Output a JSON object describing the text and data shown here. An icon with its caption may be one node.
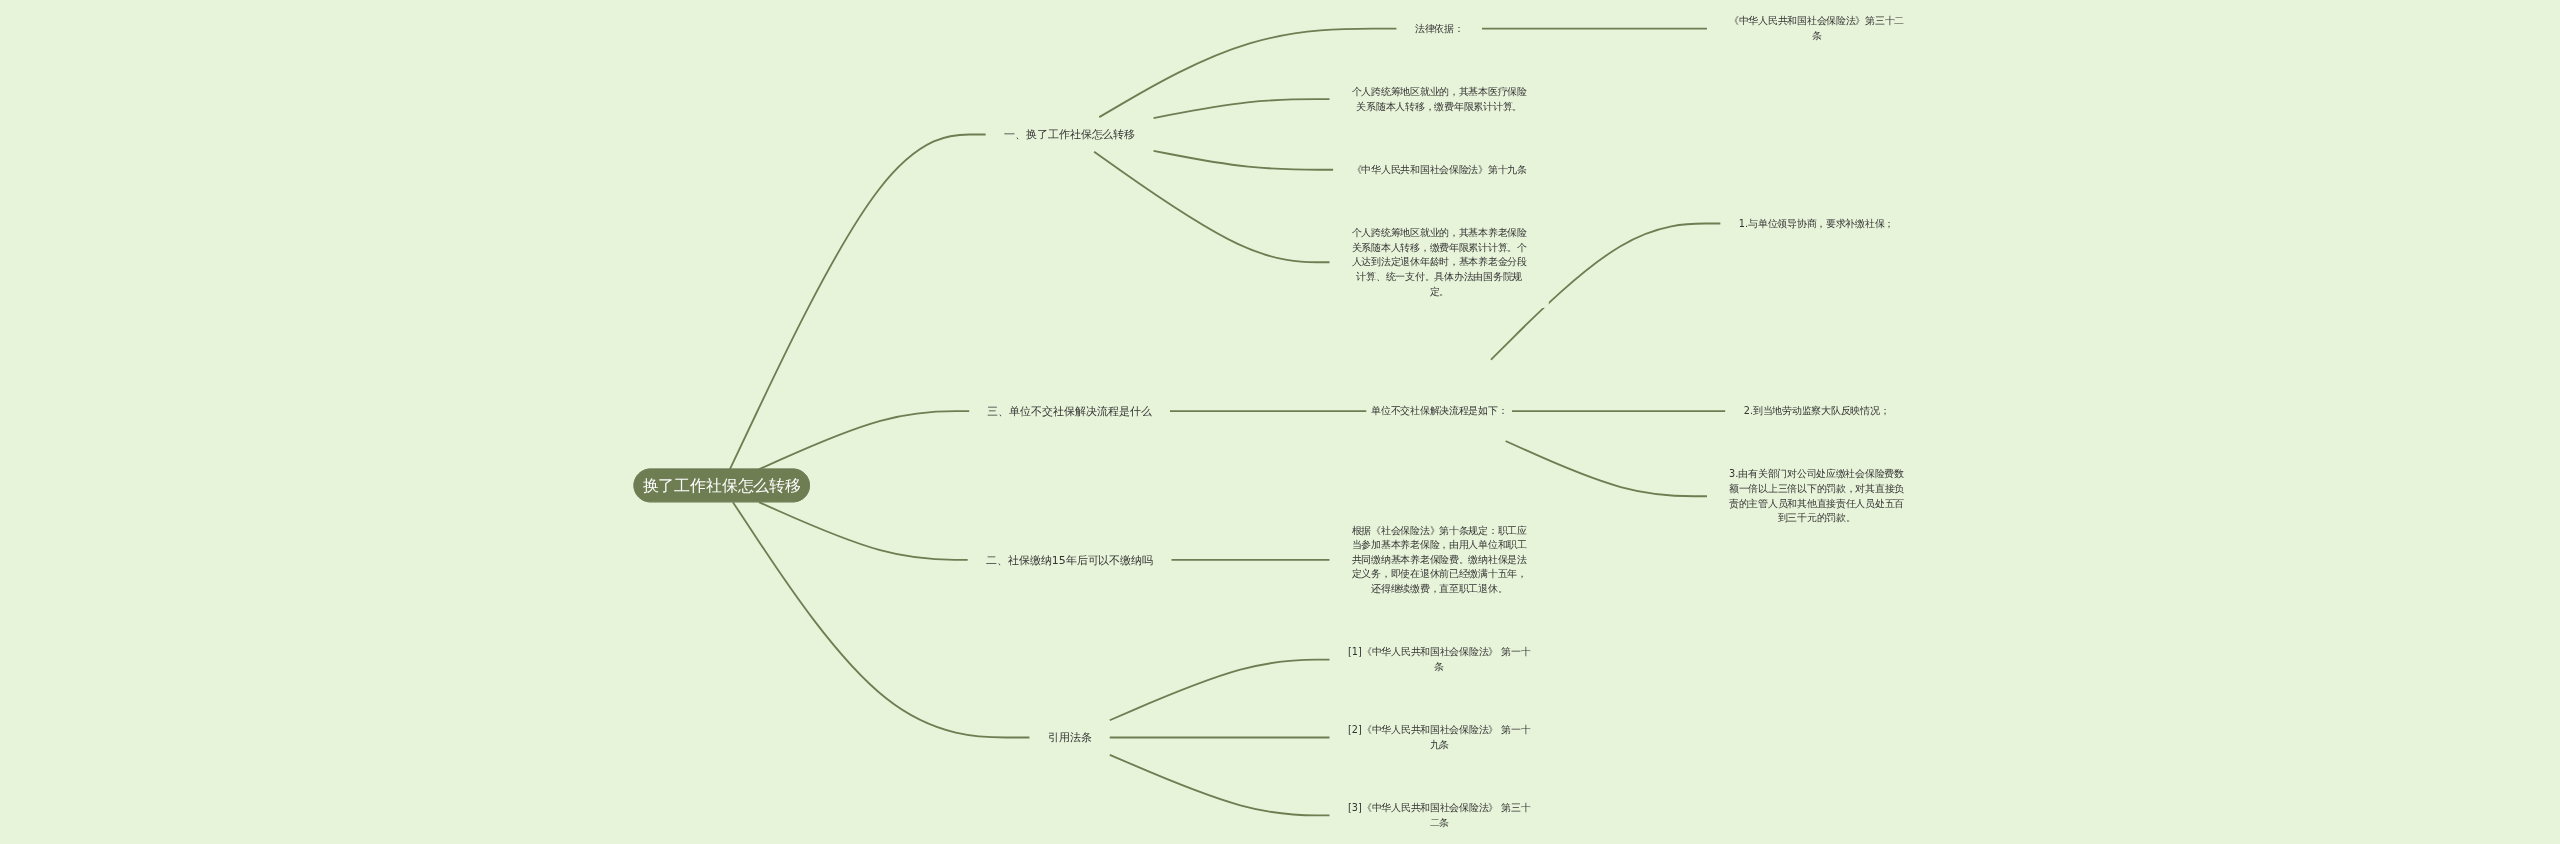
{
  "diagram": {
    "nodes": [
      {
        "text": [
          "换了工作社保怎么转移"
        ]
      },
      {
        "text": [
          "一、换了工作社保怎么转移"
        ]
      },
      {
        "text": [
          "法律依据："
        ]
      },
      {
        "text": [
          "《中华人民共和国社会保险法》第三十二条"
        ]
      },
      {
        "text": [
          "个人跨统筹地区就业的，其基本医疗保险关系随本人转移，缴费年限累计计算。"
        ]
      },
      {
        "text": [
          "《中华人民共和国社会保险法》第十九条"
        ]
      },
      {
        "text": [
          "个人跨统筹地区就业的，其基本养老保险关系随本人转移，缴费年限累计计算。个人达到法定退休年龄时，基本养老金分段计算、统一支付。具体办法由国务院规定。"
        ]
      },
      {
        "text": [
          "三、单位不交社保解决流程是什么"
        ]
      },
      {
        "text": [
          "单位不交社保解决流程是如下："
        ]
      },
      {
        "text": [
          "1.与单位领导协商，要求补缴社保；"
        ]
      },
      {
        "text": [
          "2.到当地劳动监察大队反映情况；"
        ]
      },
      {
        "text": [
          "3.由有关部门对公司处应缴社会保险费数额一倍以上三倍以下的罚款，对其直接负责的主管人员和其他直接责任人员处五百到三千元的罚款。"
        ]
      },
      {
        "text": [
          "二、社保缴纳15年后可以不缴纳吗"
        ]
      },
      {
        "text": [
          "根据《社会保险法》第十条规定：职工应当参加基本养老保险，由用人单位和职工共同缴纳基本养老保险费。缴纳社保是法定义务，即使在退休前已经缴满十五年，还得继续缴费，直至职工退休。"
        ]
      },
      {
        "text": [
          "引用法条"
        ]
      },
      {
        "text": [
          "[1]《中华人民共和国社会保险法》 第一十条"
        ]
      },
      {
        "text": [
          "[2]《中华人民共和国社会保险法》 第一十九条"
        ]
      },
      {
        "text": [
          "[3]《中华人民共和国社会保险法》 第三十二条"
        ]
      }
    ],
    "edges": [
      {
        "from": 0,
        "to": 1,
        "arrow": "none"
      },
      {
        "from": 1,
        "to": 2,
        "arrow": "none"
      },
      {
        "from": 2,
        "to": 3,
        "arrow": "none"
      },
      {
        "from": 1,
        "to": 4,
        "arrow": "none"
      },
      {
        "from": 1,
        "to": 5,
        "arrow": "none"
      },
      {
        "from": 1,
        "to": 6,
        "arrow": "none"
      },
      {
        "from": 0,
        "to": 7,
        "arrow": "none"
      },
      {
        "from": 7,
        "to": 8,
        "arrow": "none"
      },
      {
        "from": 8,
        "to": 9,
        "arrow": "none"
      },
      {
        "from": 8,
        "to": 10,
        "arrow": "none"
      },
      {
        "from": 8,
        "to": 11,
        "arrow": "none"
      },
      {
        "from": 0,
        "to": 12,
        "arrow": "none"
      },
      {
        "from": 12,
        "to": 13,
        "arrow": "none"
      },
      {
        "from": 0,
        "to": 14,
        "arrow": "none"
      },
      {
        "from": 14,
        "to": 15,
        "arrow": "none"
      },
      {
        "from": 14,
        "to": 16,
        "arrow": "none"
      },
      {
        "from": 14,
        "to": 17,
        "arrow": "none"
      }
    ]
  }
}
